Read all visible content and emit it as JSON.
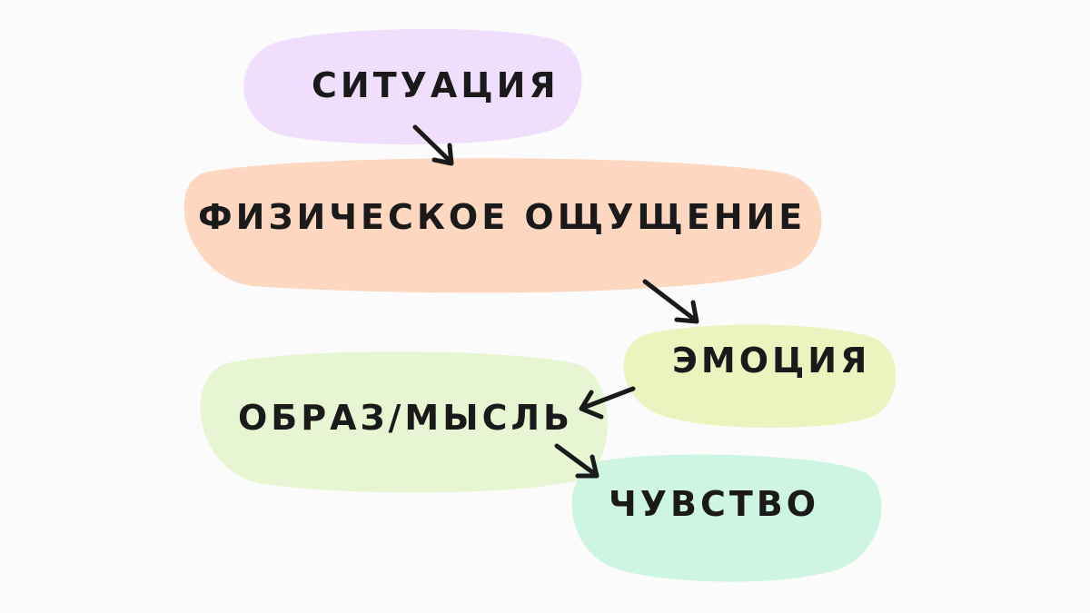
{
  "nodes": {
    "situation": {
      "label": "СИТУАЦИЯ",
      "color": "#efdffc"
    },
    "physical_sensation": {
      "label": "ФИЗИЧЕСКОЕ ОЩУЩЕНИЕ",
      "color": "#fdd7bf"
    },
    "emotion": {
      "label": "ЭМОЦИЯ",
      "color": "#eaf4be"
    },
    "image_thought": {
      "label": "ОБРАЗ/МЫСЛЬ",
      "color": "#e7f5d2"
    },
    "feeling": {
      "label": "ЧУВСТВО",
      "color": "#cdf5e2"
    }
  },
  "edges": [
    {
      "from": "situation",
      "to": "physical_sensation"
    },
    {
      "from": "physical_sensation",
      "to": "emotion"
    },
    {
      "from": "emotion",
      "to": "image_thought"
    },
    {
      "from": "image_thought",
      "to": "feeling"
    }
  ],
  "colors": {
    "text": "#1a1a1a",
    "arrow": "#1a1a1a",
    "background": "#fbfbfb"
  }
}
